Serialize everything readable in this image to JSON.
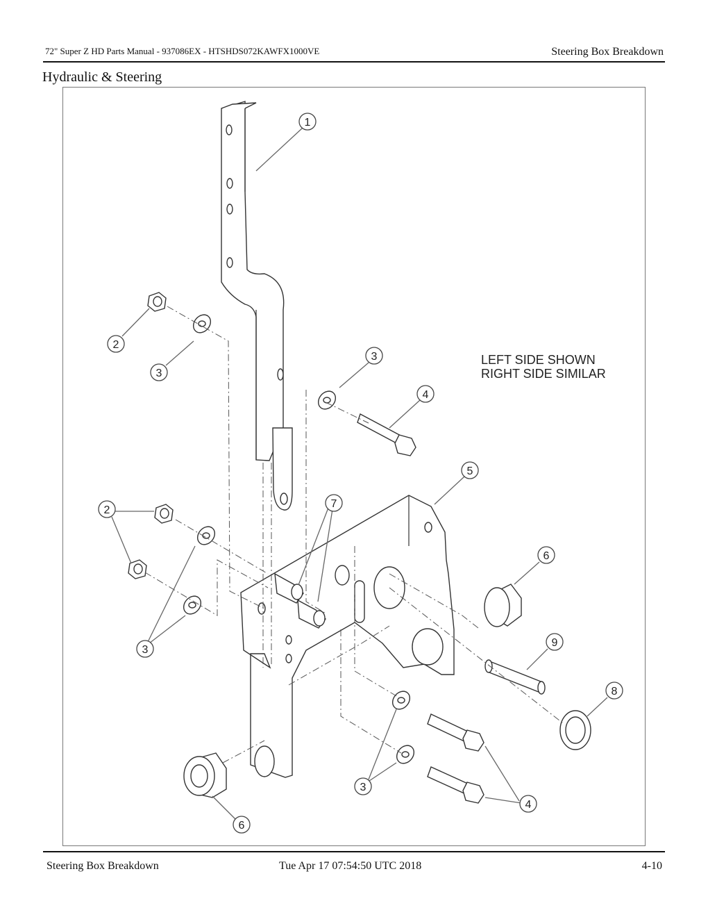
{
  "header": {
    "manual_title": "72\" Super Z HD Parts Manual - 937086EX - HTSHDS072KAWFX1000VE",
    "page_section": "Steering Box Breakdown"
  },
  "section_title": "Hydraulic & Steering",
  "diagram": {
    "note_line1": "LEFT SIDE SHOWN",
    "note_line2": "RIGHT SIDE SIMILAR",
    "callouts": [
      "1",
      "2",
      "3",
      "3",
      "4",
      "2",
      "7",
      "5",
      "6",
      "9",
      "8",
      "3",
      "4",
      "6"
    ]
  },
  "footer": {
    "section": "Steering Box Breakdown",
    "timestamp": "Tue Apr 17 07:54:50 UTC 2018",
    "page_number": "4-10"
  }
}
